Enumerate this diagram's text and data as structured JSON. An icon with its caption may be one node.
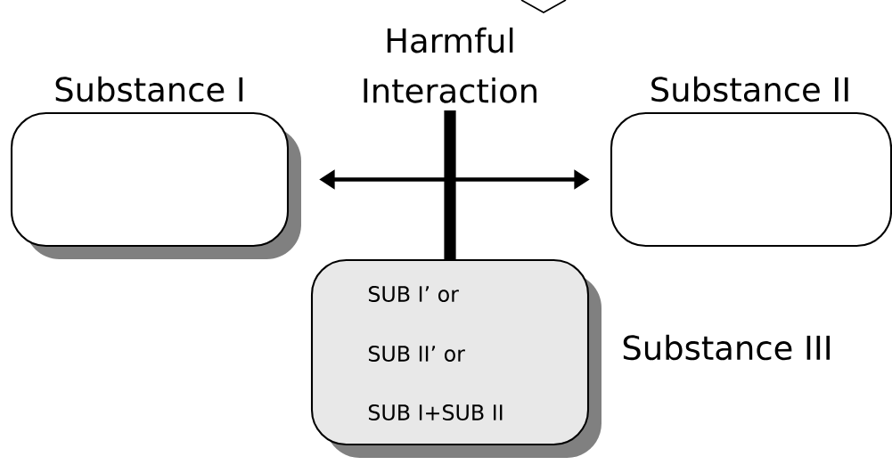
{
  "diagram": {
    "nodes": [
      {
        "text": [
          "Substance I"
        ]
      },
      {
        "text": [
          "Substance II"
        ]
      },
      {
        "text": [
          "SUB I’ or",
          "SUB II’ or",
          "SUB I+SUB II"
        ],
        "beside": [
          "Substance III"
        ]
      }
    ],
    "edges": [
      {
        "from": 0,
        "to": 1,
        "arrow": "both"
      },
      {
        "from": 2,
        "to": null,
        "arrow": "none",
        "style": "thick",
        "label": "Harmful Interaction"
      }
    ]
  }
}
